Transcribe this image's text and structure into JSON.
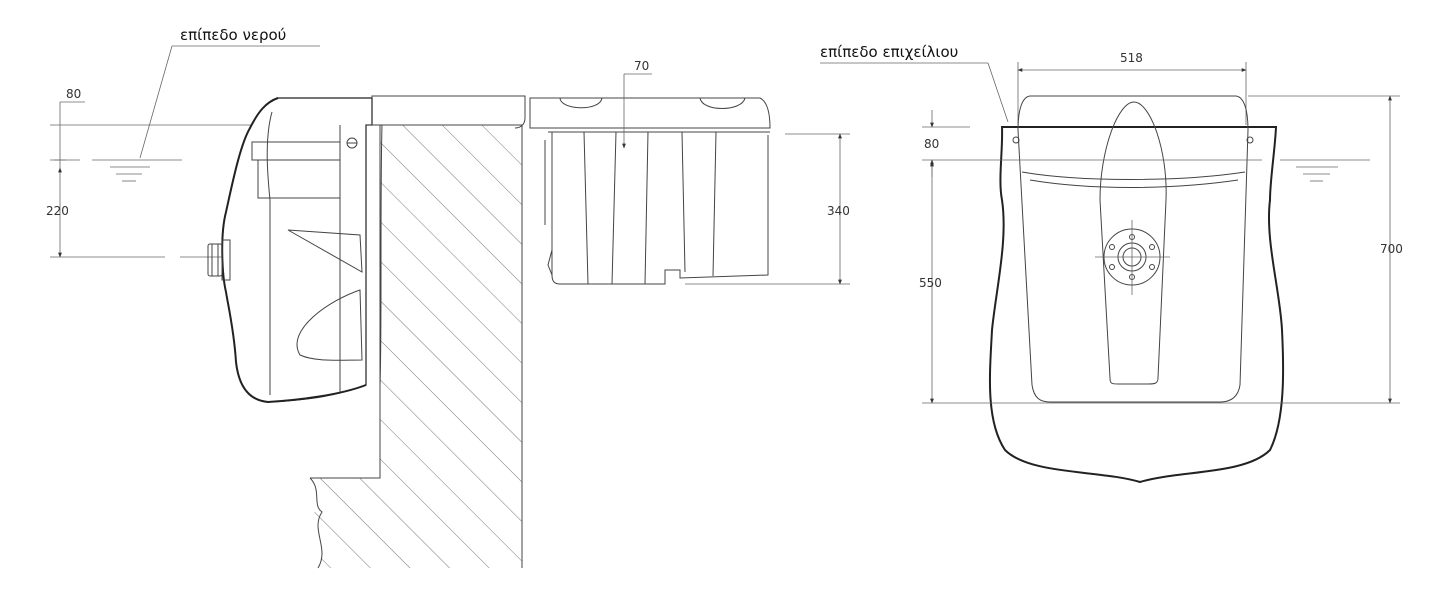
{
  "labels": {
    "water_level": "επίπεδο νερού",
    "coping_level": "επίπεδο επιχείλιου"
  },
  "side_view": {
    "dims": {
      "d80": "80",
      "d220": "220",
      "d70": "70",
      "d340": "340"
    }
  },
  "front_view": {
    "dims": {
      "d518": "518",
      "d80": "80",
      "d550": "550",
      "d700": "700"
    }
  }
}
